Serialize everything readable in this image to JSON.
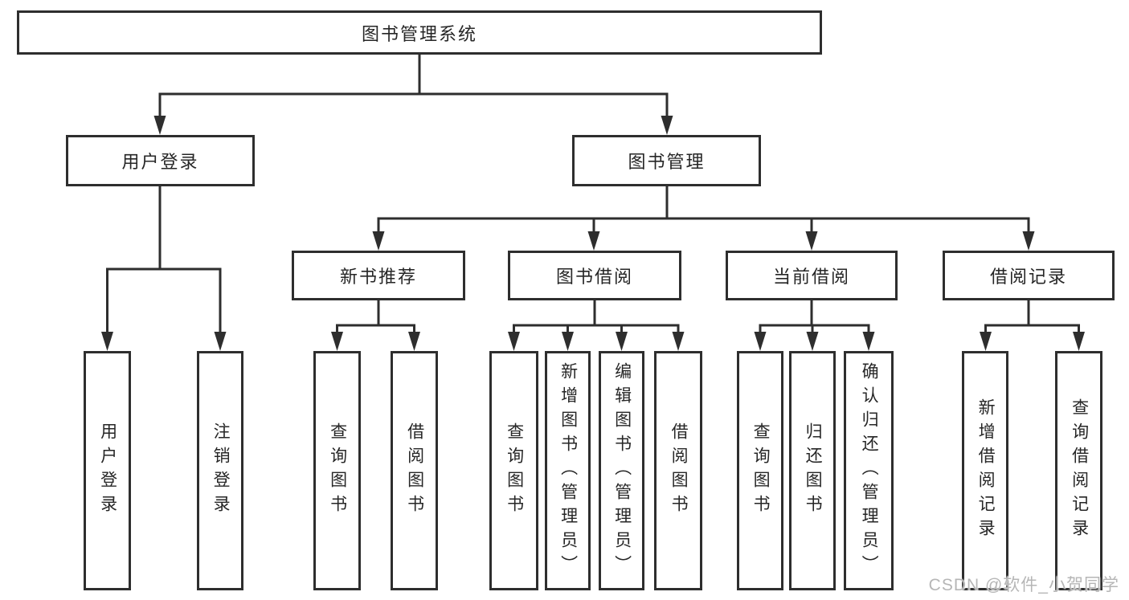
{
  "diagram": {
    "root": {
      "label": "图书管理系统"
    },
    "branches": [
      {
        "label": "用户登录",
        "children": [
          {
            "label": "用户登录"
          },
          {
            "label": "注销登录"
          }
        ]
      },
      {
        "label": "图书管理",
        "groups": [
          {
            "label": "新书推荐",
            "children": [
              {
                "label": "查询图书"
              },
              {
                "label": "借阅图书"
              }
            ]
          },
          {
            "label": "图书借阅",
            "children": [
              {
                "label": "查询图书"
              },
              {
                "label": "新增图书（管理员）"
              },
              {
                "label": "编辑图书（管理员）"
              },
              {
                "label": "借阅图书"
              }
            ]
          },
          {
            "label": "当前借阅",
            "children": [
              {
                "label": "查询图书"
              },
              {
                "label": "归还图书"
              },
              {
                "label": "确认归还（管理员）"
              }
            ]
          },
          {
            "label": "借阅记录",
            "children": [
              {
                "label": "新增借阅记录"
              },
              {
                "label": "查询借阅记录"
              }
            ]
          }
        ]
      }
    ]
  },
  "watermark": "CSDN @软件_小贺同学",
  "colors": {
    "line": "#2e2e2e",
    "text": "#262626",
    "watermark": "#b6b6b6",
    "background": "#ffffff"
  }
}
